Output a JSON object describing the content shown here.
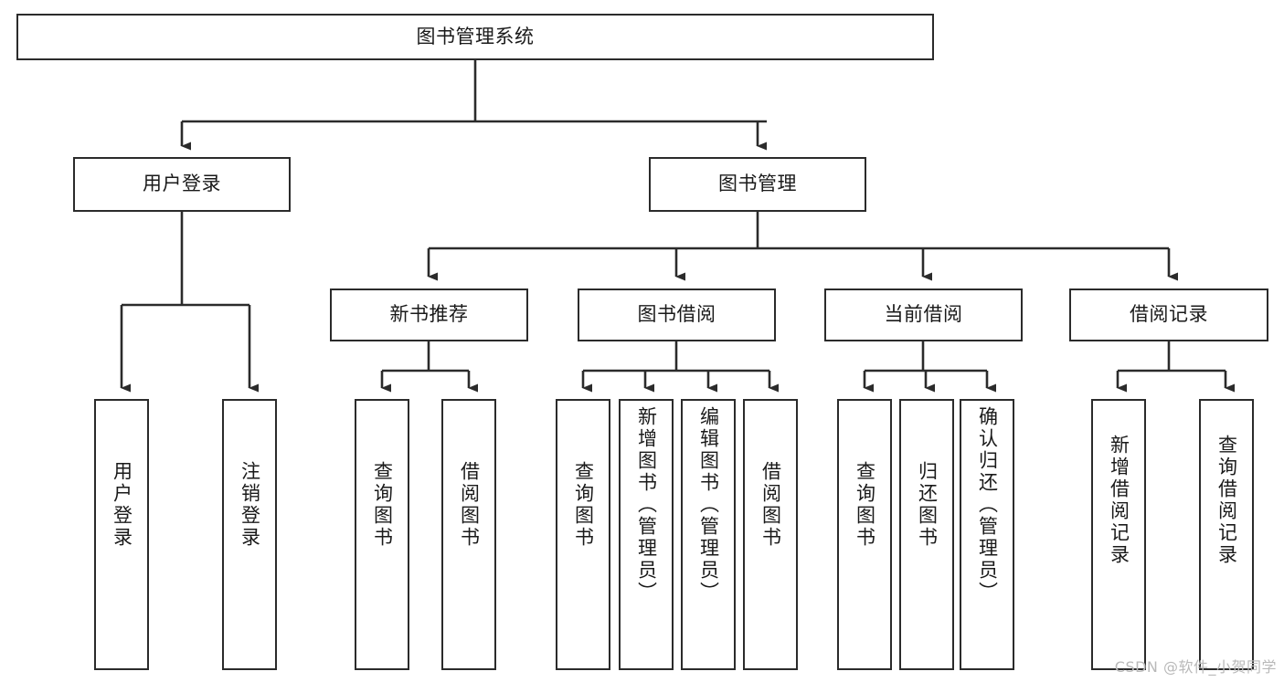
{
  "diagram": {
    "type": "tree-hierarchy-chart",
    "title": "图书管理系统",
    "watermark": "CSDN @软件_小贺同学",
    "colors": {
      "stroke": "#2b2b2b",
      "fill": "#ffffff",
      "text": "#1a1a1a",
      "watermark": "#b9b9b9"
    },
    "levels": [
      {
        "level": 1,
        "nodes": [
          {
            "id": "root",
            "label": "图书管理系统",
            "orientation": "horizontal"
          }
        ]
      },
      {
        "level": 2,
        "nodes": [
          {
            "id": "user-login",
            "label": "用户登录",
            "orientation": "horizontal"
          },
          {
            "id": "book-manage",
            "label": "图书管理",
            "orientation": "horizontal"
          }
        ]
      },
      {
        "level": 3,
        "nodes": [
          {
            "id": "new-book-recommend",
            "label": "新书推荐",
            "orientation": "horizontal"
          },
          {
            "id": "book-borrow",
            "label": "图书借阅",
            "orientation": "horizontal"
          },
          {
            "id": "current-borrow",
            "label": "当前借阅",
            "orientation": "horizontal"
          },
          {
            "id": "borrow-record",
            "label": "借阅记录",
            "orientation": "horizontal"
          }
        ]
      },
      {
        "level": 4,
        "nodes": [
          {
            "id": "leaf-user-login",
            "label": "用户登录",
            "orientation": "vertical",
            "parent": "user-login"
          },
          {
            "id": "leaf-user-logout",
            "label": "注销登录",
            "orientation": "vertical",
            "parent": "user-login"
          },
          {
            "id": "leaf-query-book-1",
            "label": "查询图书",
            "orientation": "vertical",
            "parent": "new-book-recommend"
          },
          {
            "id": "leaf-borrow-book-1",
            "label": "借阅图书",
            "orientation": "vertical",
            "parent": "new-book-recommend"
          },
          {
            "id": "leaf-query-book-2",
            "label": "查询图书",
            "orientation": "vertical",
            "parent": "book-borrow"
          },
          {
            "id": "leaf-add-book",
            "label": "新增图书（管理员）",
            "orientation": "vertical",
            "parent": "book-borrow"
          },
          {
            "id": "leaf-edit-book",
            "label": "编辑图书（管理员）",
            "orientation": "vertical",
            "parent": "book-borrow"
          },
          {
            "id": "leaf-borrow-book-2",
            "label": "借阅图书",
            "orientation": "vertical",
            "parent": "book-borrow"
          },
          {
            "id": "leaf-query-book-3",
            "label": "查询图书",
            "orientation": "vertical",
            "parent": "current-borrow"
          },
          {
            "id": "leaf-return-book",
            "label": "归还图书",
            "orientation": "vertical",
            "parent": "current-borrow"
          },
          {
            "id": "leaf-confirm-return",
            "label": "确认归还（管理员）",
            "orientation": "vertical",
            "parent": "current-borrow"
          },
          {
            "id": "leaf-add-record",
            "label": "新增借阅记录",
            "orientation": "vertical",
            "parent": "borrow-record"
          },
          {
            "id": "leaf-query-record",
            "label": "查询借阅记录",
            "orientation": "vertical",
            "parent": "borrow-record"
          }
        ]
      }
    ]
  }
}
